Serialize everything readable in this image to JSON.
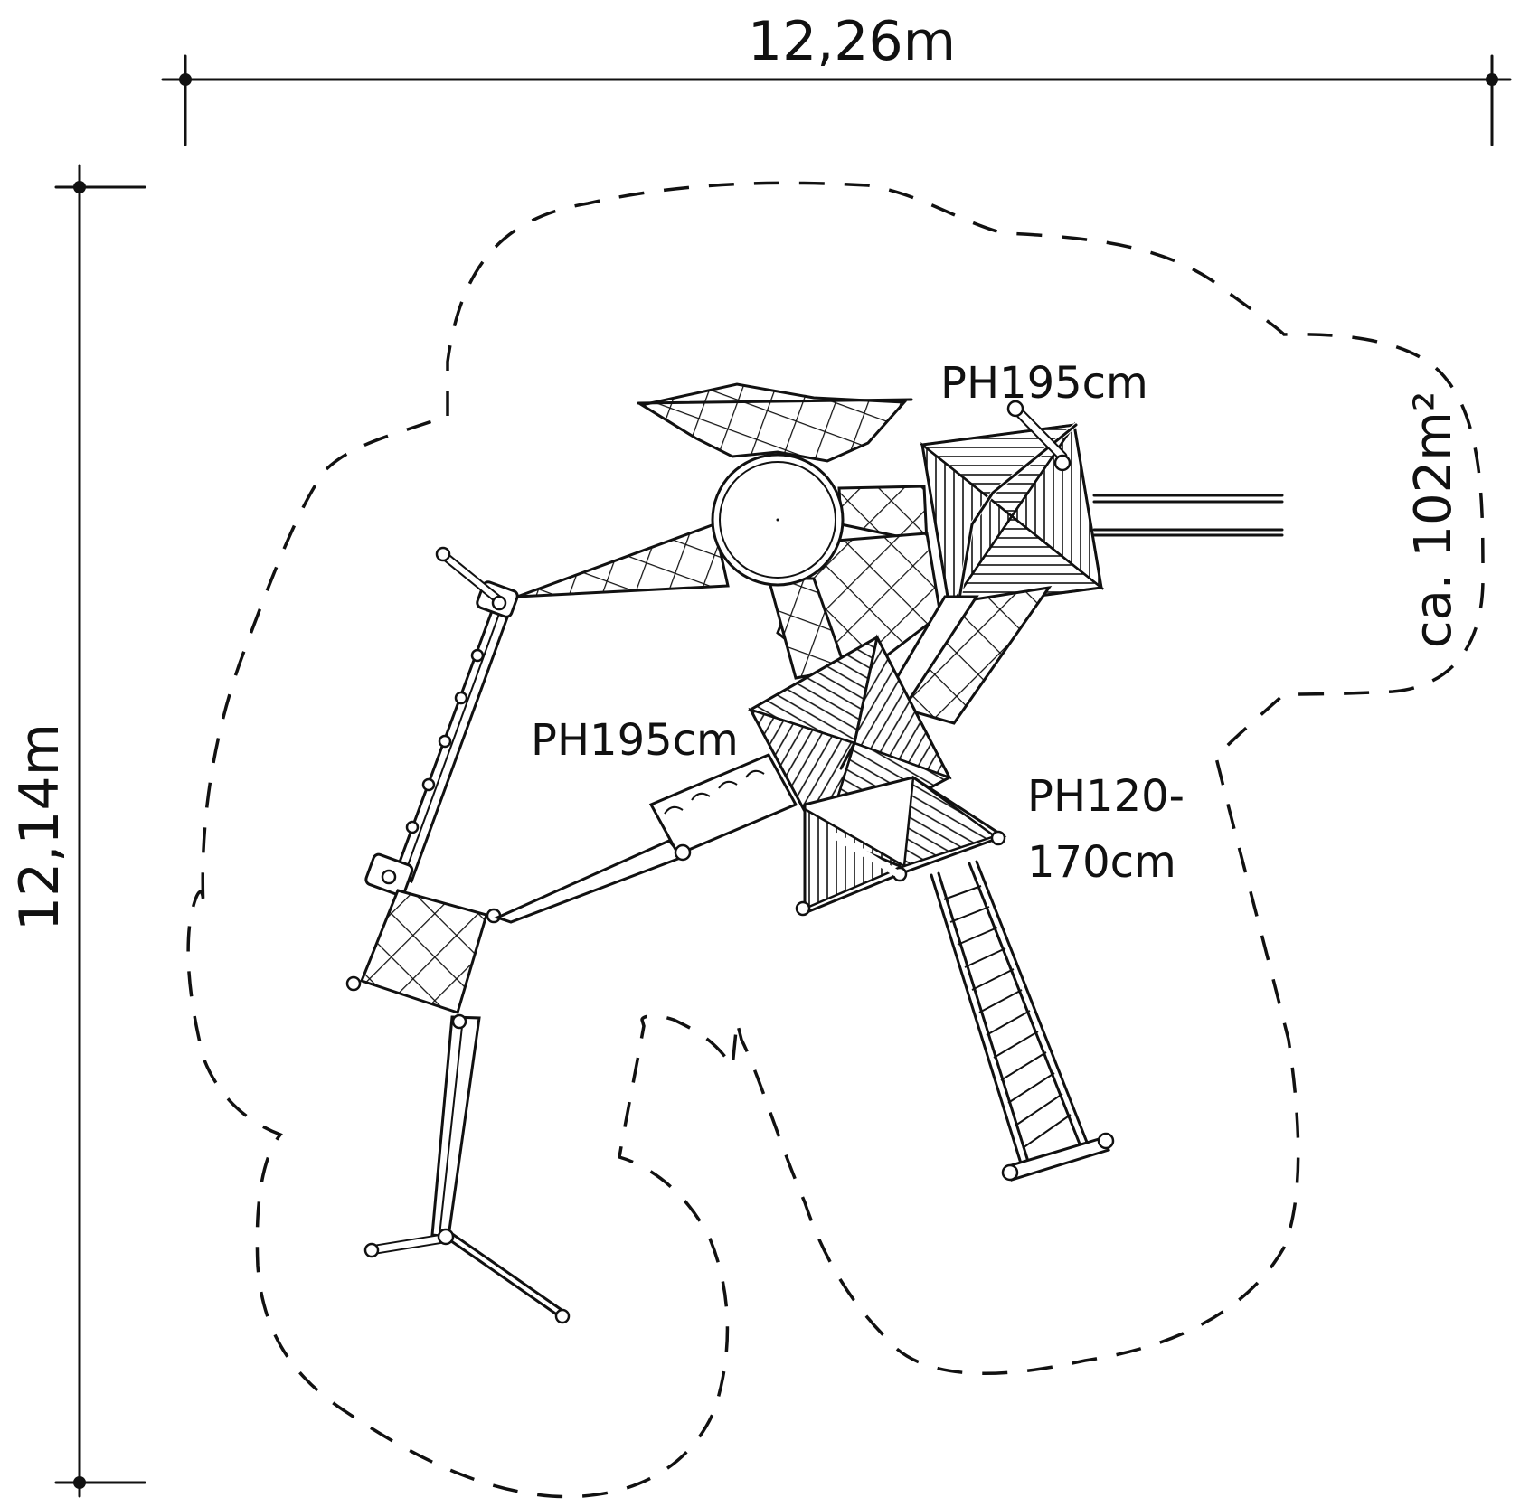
{
  "dimensions": {
    "width_label": "12,26m",
    "height_label": "12,14m",
    "area_label": "ca. 102m²"
  },
  "platforms": [
    {
      "label": "PH195cm"
    },
    {
      "label": "PH195cm"
    },
    {
      "label_line1": "PH120-",
      "label_line2": "170cm"
    }
  ]
}
